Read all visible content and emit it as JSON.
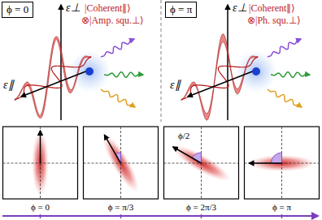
{
  "diagram": {
    "nodes": [
      {
        "text": [
          "ϕ = 0"
        ]
      },
      {
        "text": [
          "ϕ = π"
        ]
      }
    ],
    "labels": [
      "ε⊥",
      "ε∥",
      "|Coherent∥⟩",
      "⊗|Amp. squ.⊥⟩",
      "ε⊥",
      "ε∥",
      "|Coherent∥⟩",
      "⊗|Ph. squ.⊥⟩",
      "ϕ/2",
      "ϕ = 0",
      "ϕ = π/3",
      "ϕ = 2π/3",
      "ϕ = π"
    ]
  }
}
